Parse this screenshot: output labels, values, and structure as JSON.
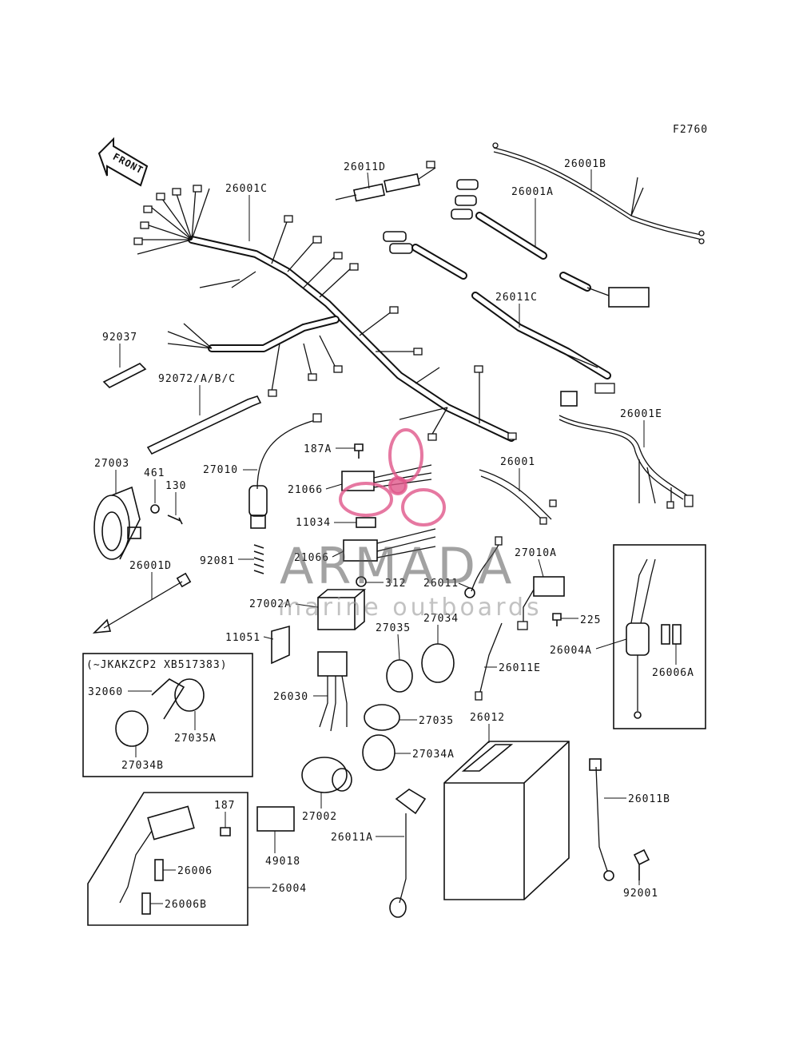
{
  "figure_code": "F2760",
  "front_label": "FRONT",
  "inset_note": "(~JKAKZCP2 XB517383)",
  "watermark": {
    "brand": "ARMADA",
    "tagline": "marine outboards",
    "accent": "#e0568a"
  },
  "labels": {
    "p26011D": "26011D",
    "p26001B": "26001B",
    "p26001C": "26001C",
    "p26001A": "26001A",
    "p26011C": "26011C",
    "p92037": "92037",
    "p92072": "92072/A/B/C",
    "p26001E": "26001E",
    "p187A": "187A",
    "p27003": "27003",
    "p461": "461",
    "p130": "130",
    "p27010": "27010",
    "p21066a": "21066",
    "p26001": "26001",
    "p11034": "11034",
    "p27010A": "27010A",
    "p92081": "92081",
    "p21066b": "21066",
    "p26001D": "26001D",
    "p312": "312",
    "p26011": "26011",
    "p27002A": "27002A",
    "p225": "225",
    "p27035a": "27035",
    "p27034": "27034",
    "p26004A": "26004A",
    "p11051": "11051",
    "p26011E": "26011E",
    "p32060": "32060",
    "p26006A": "26006A",
    "p26030": "26030",
    "p27035A": "27035A",
    "p26012": "26012",
    "p27035b": "27035",
    "p27034B": "27034B",
    "p27034A": "27034A",
    "p26011B": "26011B",
    "p187": "187",
    "p27002": "27002",
    "p26011A": "26011A",
    "p49018": "49018",
    "p26006": "26006",
    "p26004": "26004",
    "p92001": "92001",
    "p26006B": "26006B"
  }
}
